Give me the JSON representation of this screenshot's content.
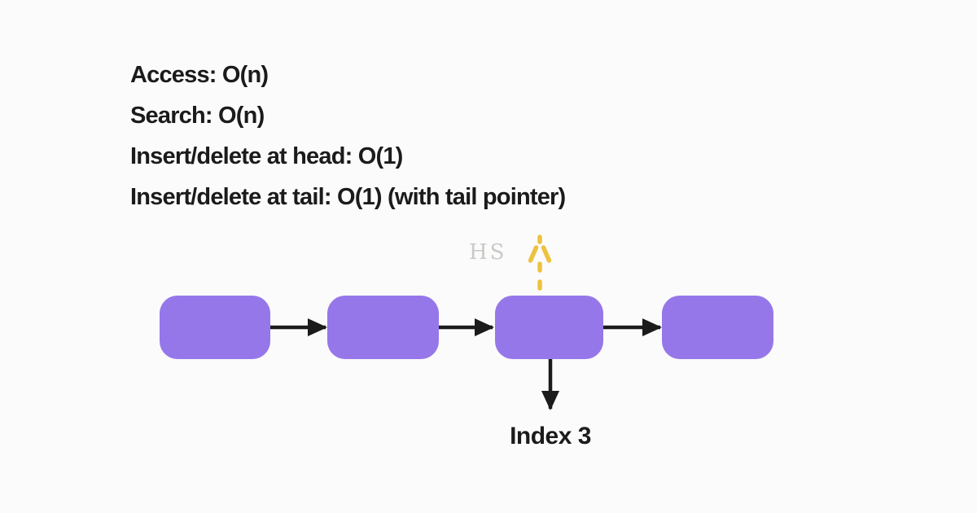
{
  "colors": {
    "background": "#fbfbfb",
    "text": "#1b1b1b",
    "node_fill": "#9677e9",
    "arrow": "#1b1b1b",
    "highlight": "#edc23e",
    "watermark": "#c1c1bd"
  },
  "complexity_notes": {
    "lines": [
      "Access: O(n)",
      "Search: O(n)",
      "Insert/delete at head: O(1)",
      "Insert/delete at tail: O(1) (with tail pointer)"
    ]
  },
  "diagram": {
    "node_count": 4,
    "index_label": "Index 3",
    "watermark": "HS"
  }
}
